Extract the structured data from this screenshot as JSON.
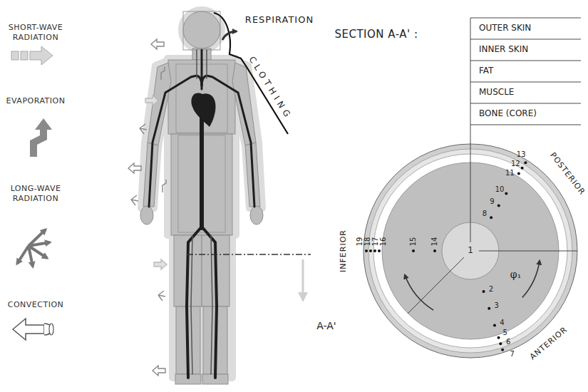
{
  "diagram": {
    "labels": [
      "RESPIRATION",
      "CLOTHING",
      "A-A'",
      "SECTION A-A' :",
      "OUTER SKIN",
      "INNER SKIN",
      "FAT",
      "MUSCLE",
      "BONE (CORE)",
      "POSTERIOR",
      "INFERIOR",
      "ANTERIOR",
      "1",
      "2",
      "3",
      "4",
      "5",
      "6",
      "7",
      "8",
      "9",
      "10",
      "11",
      "12",
      "13",
      "14",
      "15",
      "16",
      "17",
      "18",
      "19",
      "φ₁"
    ],
    "legend": [
      {
        "text": "SHORT-WAVE RADIATION"
      },
      {
        "text": "EVAPORATION"
      },
      {
        "text": "LONG-WAVE RADIATION"
      },
      {
        "text": "CONVECTION"
      }
    ]
  }
}
